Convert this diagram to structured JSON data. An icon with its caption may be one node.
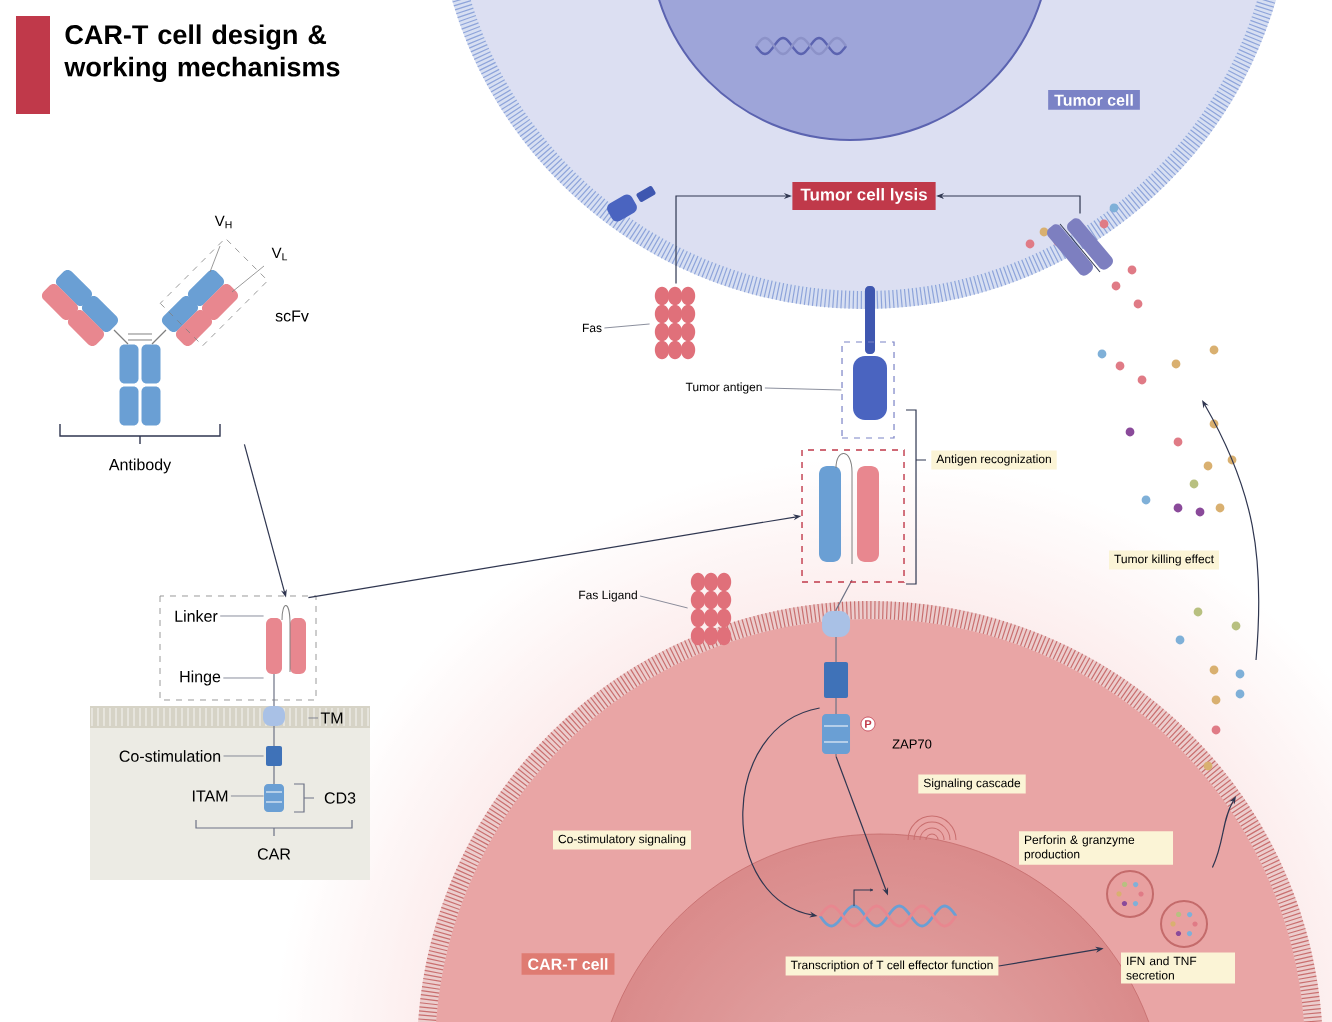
{
  "diagram": {
    "title": "CAR-T cell design & working mechanisms",
    "nodes": [
      {
        "text": [],
        "shape": "picture",
        "beside": [
          "V$_{H}$",
          "V$_{L}$",
          "scFv",
          "Antibody"
        ]
      },
      {
        "text": [],
        "shape": "picture"
      },
      {
        "text": [],
        "shape": "box"
      },
      {
        "text": [
          "Tumor cell lysis"
        ]
      },
      {
        "text": [
          "Tumor cell"
        ]
      },
      {
        "text": [
          "CAR-T cell"
        ]
      },
      {
        "text": [],
        "shape": "picture"
      },
      {
        "text": [],
        "shape": "picture"
      },
      {
        "text": [
          "Transcription of T cell effector function"
        ]
      },
      {
        "text": [],
        "shape": "picture",
        "beside": [
          "Perforin & granzyme production",
          "IFN and TNF secretion"
        ]
      },
      {
        "text": [],
        "shape": "picture"
      },
      {
        "text": [],
        "shape": "picture"
      },
      {
        "text": [],
        "shape": "picture"
      },
      {
        "text": [],
        "shape": "box"
      },
      {
        "text": [
          "Fas"
        ]
      },
      {
        "text": [
          "Fas Ligand"
        ]
      },
      {
        "text": [
          "Tumor antigen"
        ]
      },
      {
        "text": [
          "Linker"
        ]
      },
      {
        "text": [
          "Hinge"
        ]
      },
      {
        "text": [
          "TM"
        ]
      },
      {
        "text": [
          "Co-stimulation"
        ]
      },
      {
        "text": [
          "ITAM"
        ]
      }
    ],
    "edges": [
      {
        "from": 0,
        "to": 1,
        "arrow": "to"
      },
      {
        "from": 1,
        "to": 13,
        "arrow": "to"
      },
      {
        "from": 10,
        "to": 3,
        "arrow": "to"
      },
      {
        "from": 11,
        "to": 3,
        "arrow": "to"
      },
      {
        "from": 6,
        "to": 7,
        "arrow": "to"
      },
      {
        "from": 6,
        "to": 7,
        "arrow": "to"
      },
      {
        "from": 8,
        "to": 9,
        "arrow": "to"
      },
      {
        "from": 9,
        "to": null,
        "arrow": "to"
      },
      {
        "from": 14,
        "to": 10,
        "arrow": "none"
      },
      {
        "from": 15,
        "to": 12,
        "arrow": "none"
      },
      {
        "from": 16,
        "to": 2,
        "arrow": "none"
      },
      {
        "from": 17,
        "to": 1,
        "arrow": "none"
      },
      {
        "from": 18,
        "to": 1,
        "arrow": "none"
      },
      {
        "from": 19,
        "to": 1,
        "arrow": "none"
      },
      {
        "from": 20,
        "to": 1,
        "arrow": "none"
      },
      {
        "from": 21,
        "to": 1,
        "arrow": "none"
      }
    ],
    "labels": [
      "Antigen recognization",
      "Tumor killing effect",
      "CD3",
      "CAR",
      "P",
      "ZAP70",
      "Signaling cascade",
      "Co-stimulatory signaling"
    ]
  }
}
